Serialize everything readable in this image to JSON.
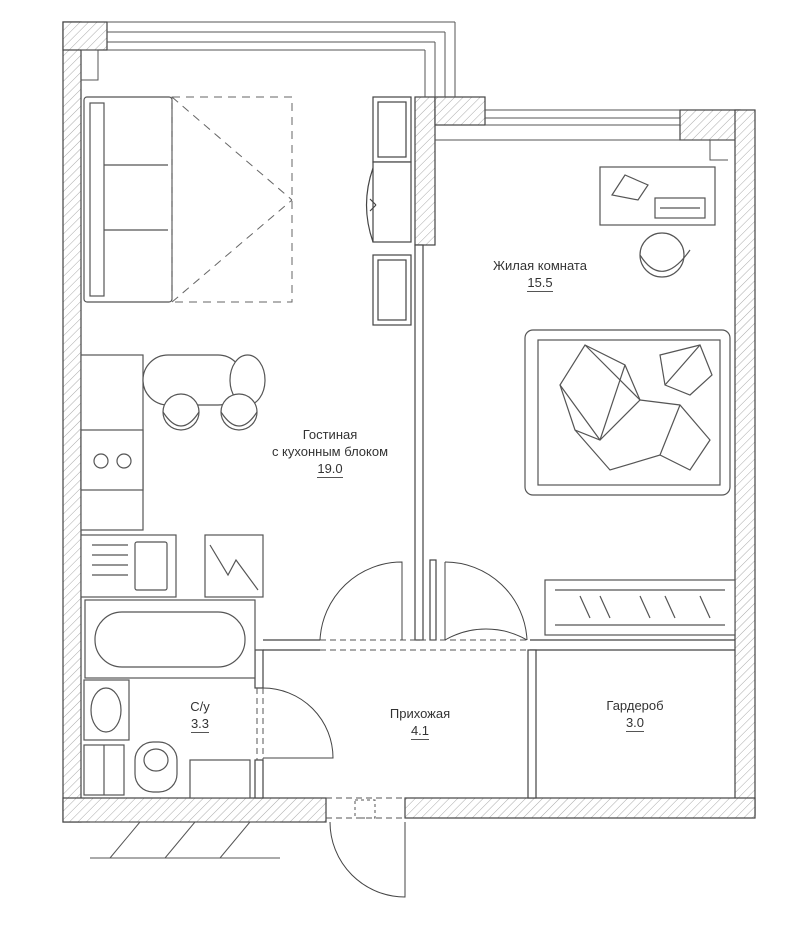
{
  "plan": {
    "colors": {
      "wall_line": "#444444",
      "hatch": "#999999",
      "furniture": "#666666"
    },
    "rooms": {
      "living_kitchen": {
        "name_line1": "Гостиная",
        "name_line2": "с кухонным блоком",
        "area": "19.0"
      },
      "bedroom": {
        "name": "Жилая комната",
        "area": "15.5"
      },
      "bathroom": {
        "name": "С/у",
        "area": "3.3"
      },
      "hallway": {
        "name": "Прихожая",
        "area": "4.1"
      },
      "wardrobe": {
        "name": "Гардероб",
        "area": "3.0"
      }
    }
  }
}
